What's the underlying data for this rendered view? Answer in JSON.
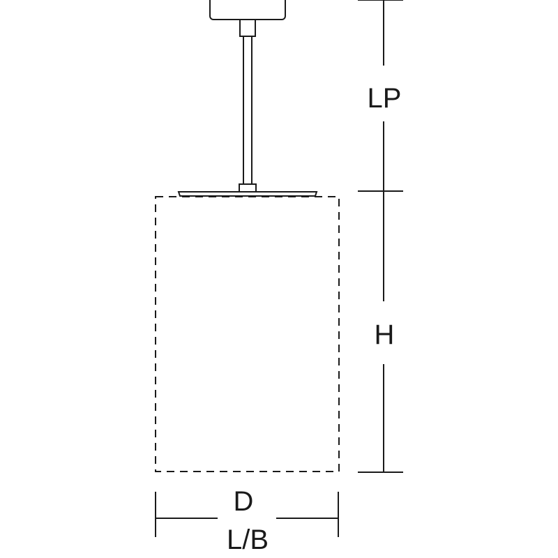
{
  "labels": {
    "lp": "LP",
    "h": "H",
    "d": "D",
    "lb": "L/B"
  },
  "colors": {
    "stroke": "#1a1a1a",
    "fixture_fill": "#ffffff"
  }
}
